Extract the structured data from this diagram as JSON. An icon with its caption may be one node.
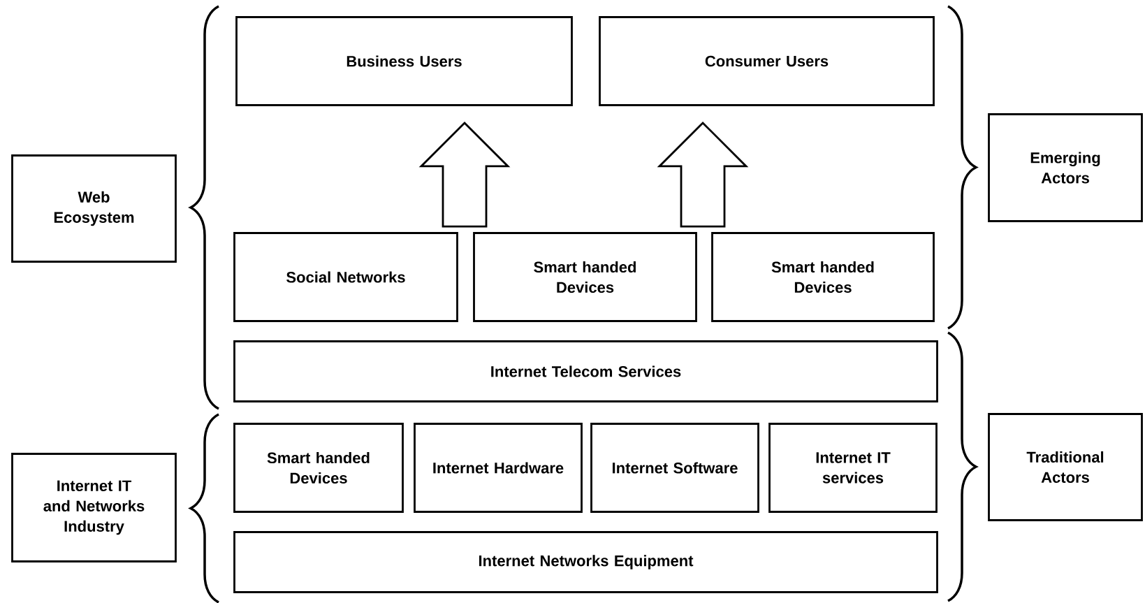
{
  "diagram": {
    "nodes": [
      {
        "text": [
          "Business Users"
        ]
      },
      {
        "text": [
          "Consumer Users"
        ]
      },
      {
        "text": [
          "Social Networks"
        ]
      },
      {
        "text": [
          "Smart handed Devices"
        ]
      },
      {
        "text": [
          "Smart handed Devices"
        ]
      },
      {
        "text": [
          "Internet Telecom Services"
        ]
      },
      {
        "text": [
          "Smart handed Devices"
        ]
      },
      {
        "text": [
          "Internet Hardware"
        ]
      },
      {
        "text": [
          "Internet Software"
        ]
      },
      {
        "text": [
          "Internet IT services"
        ]
      },
      {
        "text": [
          "Internet Networks Equipment"
        ]
      },
      {
        "text": [
          "Web Ecosystem"
        ]
      },
      {
        "text": [
          "Internet IT and Networks Industry"
        ]
      },
      {
        "text": [
          "Emerging Actors"
        ]
      },
      {
        "text": [
          "Traditional Actors"
        ]
      }
    ],
    "edges": [
      {
        "from": 2,
        "to": 0,
        "arrow": "to"
      },
      {
        "from": 3,
        "to": 1,
        "arrow": "to"
      }
    ]
  }
}
